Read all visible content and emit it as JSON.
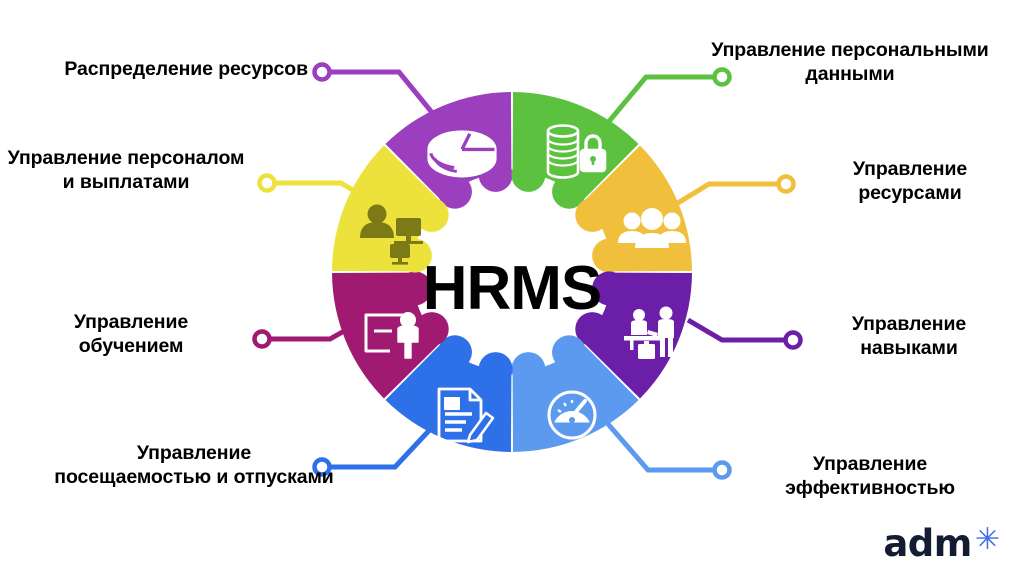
{
  "center": {
    "title": "HRMS"
  },
  "wheel": {
    "segments": [
      {
        "id": "resource-allocation",
        "label": "Распределение ресурсов",
        "color": "#9B3FBF",
        "icon": "pie-chart-stack-icon",
        "icon_style": "outline"
      },
      {
        "id": "personal-data",
        "label": "Управление персональными\nданными",
        "color": "#5CC13F",
        "icon": "coins-lock-icon",
        "icon_style": "outline"
      },
      {
        "id": "resource-management",
        "label": "Управление\nресурсами",
        "color": "#F0C03C",
        "icon": "group-of-people-icon",
        "icon_style": "solid"
      },
      {
        "id": "skills-management",
        "label": "Управление\nнавыками",
        "color": "#6B1FA8",
        "icon": "interview-desk-icon",
        "icon_style": "solid"
      },
      {
        "id": "performance-management",
        "label": "Управление\nэффективностью",
        "color": "#5C9AEF",
        "icon": "gauge-icon",
        "icon_style": "outline"
      },
      {
        "id": "attendance-management",
        "label": "Управление\nпосещаемостью и отпусками",
        "color": "#2E70E8",
        "icon": "document-pencil-icon",
        "icon_style": "outline"
      },
      {
        "id": "training-management",
        "label": "Управление\nобучением",
        "color": "#A11A72",
        "icon": "presenter-whiteboard-icon",
        "icon_style": "outline"
      },
      {
        "id": "hr-payroll",
        "label": "Управление персоналом\nи  выплатами",
        "color": "#EDE23C",
        "icon": "user-org-chart-icon",
        "icon_style": "solid-dark"
      }
    ]
  },
  "logo": {
    "wordmark": "adm",
    "star": "✳",
    "wordmark_color": "#141C34",
    "star_color": "#3E6BE8"
  }
}
